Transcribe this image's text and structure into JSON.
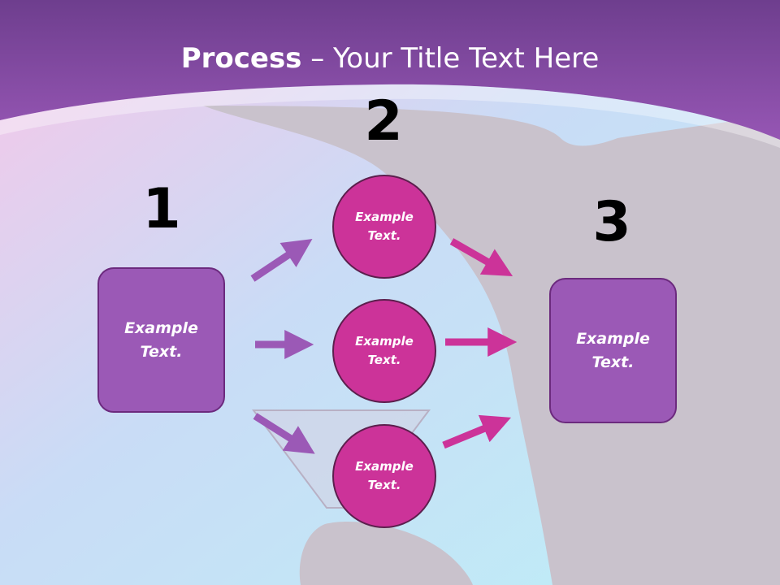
{
  "title": {
    "bold": "Process",
    "rest": " – Your Title Text Here"
  },
  "steps": [
    {
      "number": "1",
      "box_text": "Example\nText."
    },
    {
      "number": "2",
      "circles": [
        "Example\nText.",
        "Example\nText.",
        "Example\nText."
      ]
    },
    {
      "number": "3",
      "box_text": "Example\nText."
    }
  ],
  "colors": {
    "header": "#8e4fa8",
    "box_fill": "#9b59b6",
    "circle_fill": "#cc3399",
    "arrow_left": "#9b59b6",
    "arrow_right": "#cc3399"
  }
}
